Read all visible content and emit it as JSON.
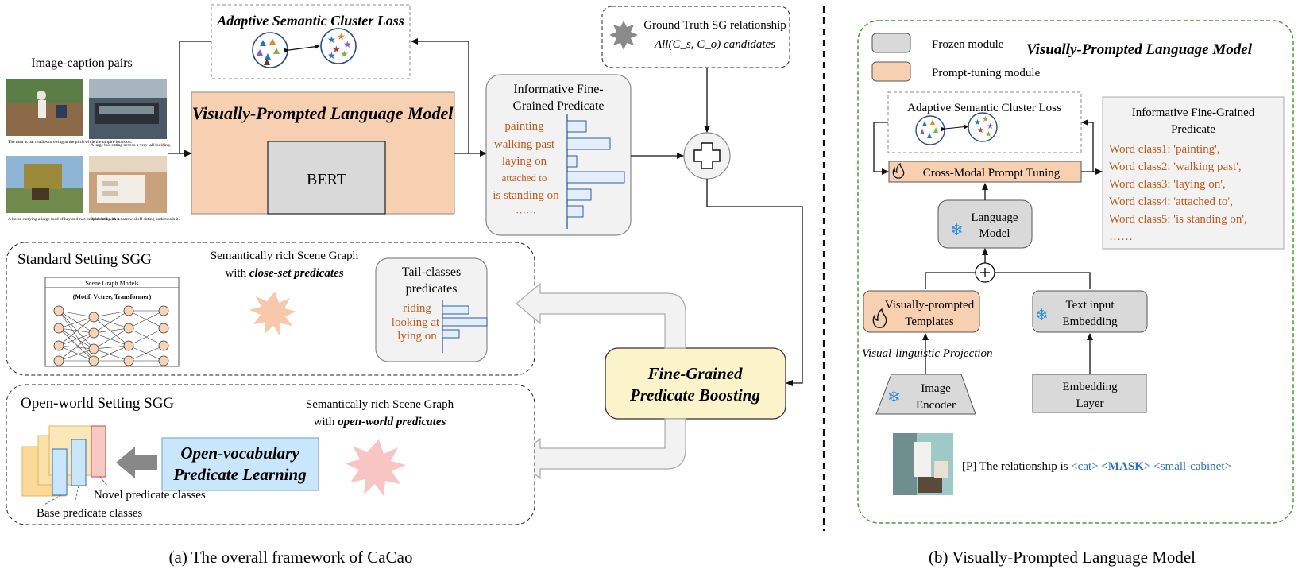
{
  "panel_a": {
    "caption": "(a) The overall framework of CaCao",
    "loss_title": "Adaptive Semantic Cluster Loss",
    "image_caption_pairs": {
      "title": "Image-caption pairs",
      "captions": [
        "The man at bat readies to swing at the pitch while the umpire looks on.",
        "A large bus sitting next to a very tall building.",
        "A horse carrying a large load of hay and two people sitting on it.",
        "Bunk bed with a narrow shelf sitting underneath it."
      ]
    },
    "vplm": {
      "title": "Visually-Prompted Language Model",
      "inner": "BERT"
    },
    "ground_truth": {
      "line1": "Ground Truth SG relationship",
      "line2": "All(C_s, C_o) candidates"
    },
    "informative": {
      "title_line1": "Informative Fine-",
      "title_line2": "Grained Predicate",
      "predicates": [
        "painting",
        "walking past",
        "laying on",
        "attached to",
        "is standing on"
      ],
      "ellipsis": "······"
    },
    "standard": {
      "title": "Standard Setting SGG",
      "model_box_title": "Scene Graph Models",
      "model_box_sub": "(Motif, Vctree, Transformer)",
      "rich_line1": "Semantically rich Scene Graph",
      "rich_line2_pre": "with ",
      "rich_line2_em": "close-set predicates",
      "tail_title_line1": "Tail-classes",
      "tail_title_line2": "predicates",
      "tail_items": [
        "riding",
        "looking at",
        "lying on"
      ]
    },
    "boosting": {
      "line1": "Fine-Grained",
      "line2": "Predicate Boosting"
    },
    "open_world": {
      "title": "Open-world Setting SGG",
      "rich_line1": "Semantically rich Scene Graph",
      "rich_line2_pre": "with ",
      "rich_line2_em": "open-world predicates",
      "ovpl_line1": "Open-vocabulary",
      "ovpl_line2": "Predicate Learning",
      "novel_label": "Novel predicate classes",
      "base_label": "Base predicate classes"
    }
  },
  "panel_b": {
    "caption": "(b) Visually-Prompted Language Model",
    "title": "Visually-Prompted Language Model",
    "legend": {
      "frozen": "Frozen module",
      "prompt": "Prompt-tuning module"
    },
    "loss_title": "Adaptive Semantic Cluster Loss",
    "cross_modal": "Cross-Modal Prompt Tuning",
    "language_model_line1": "Language",
    "language_model_line2": "Model",
    "templates_line1": "Visually-prompted",
    "templates_line2": "Templates",
    "text_embed_line1": "Text input",
    "text_embed_line2": "Embedding",
    "projection": "Visual-linguistic Projection",
    "image_encoder_line1": "Image",
    "image_encoder_line2": "Encoder",
    "embedding_layer_line1": "Embedding",
    "embedding_layer_line2": "Layer",
    "informative_title_line1": "Informative Fine-Grained",
    "informative_title_line2": "Predicate",
    "word_classes": [
      "Word class1: 'painting',",
      "Word class2: 'walking past',",
      "Word class3: 'laying on',",
      "Word class4: 'attached to',",
      "Word class5: 'is standing on',",
      "……"
    ],
    "template_sentence": {
      "prefix": "[P] The relationship is ",
      "subject": "<cat>",
      "mask": "<MASK>",
      "object": "<small-cabinet>"
    }
  },
  "colors": {
    "peach": "#f7cfb1",
    "gray": "#d9d9d9",
    "yellow": "#fbf3c9",
    "lightblue": "#c9e6fa",
    "orange_text": "#c05a1c",
    "blue_text": "#2a72c0",
    "green_dash": "#4a9a3a",
    "bar_fill": "#e3eefa",
    "bar_stroke": "#2f5f9a"
  }
}
